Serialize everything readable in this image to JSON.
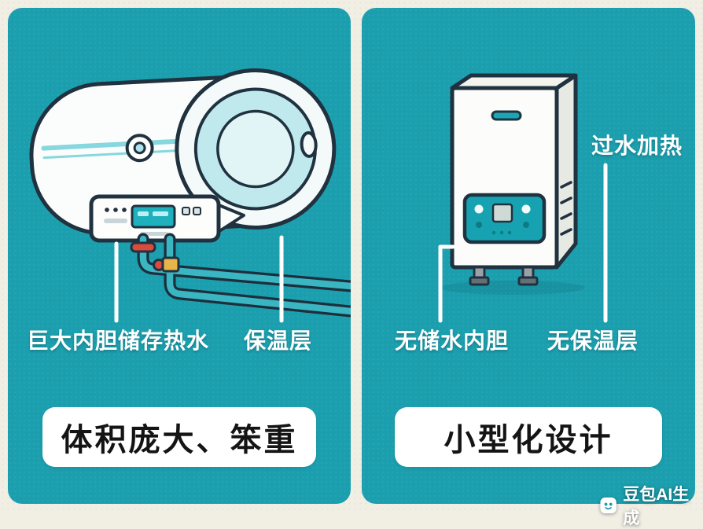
{
  "colors": {
    "background": "#f1eee4",
    "panel": "#1b9fae",
    "outline": "#20323f",
    "label_text": "#ffffff",
    "banner_bg": "#ffffff",
    "banner_text": "#141414",
    "valve_red": "#d84b3d",
    "valve_brass": "#e7b54a",
    "pipe_teal": "#3ab5c2"
  },
  "left_panel": {
    "illustration": "storage-water-heater",
    "callouts": {
      "tank": "巨大内胆储存热水",
      "insulation": "保温层"
    },
    "banner": "体积庞大、笨重"
  },
  "right_panel": {
    "illustration": "tankless-water-heater",
    "callouts": {
      "heating": "过水加热",
      "no_tank": "无储水内胆",
      "no_insulation": "无保温层"
    },
    "banner": "小型化设计"
  },
  "watermark": "豆包AI生成"
}
